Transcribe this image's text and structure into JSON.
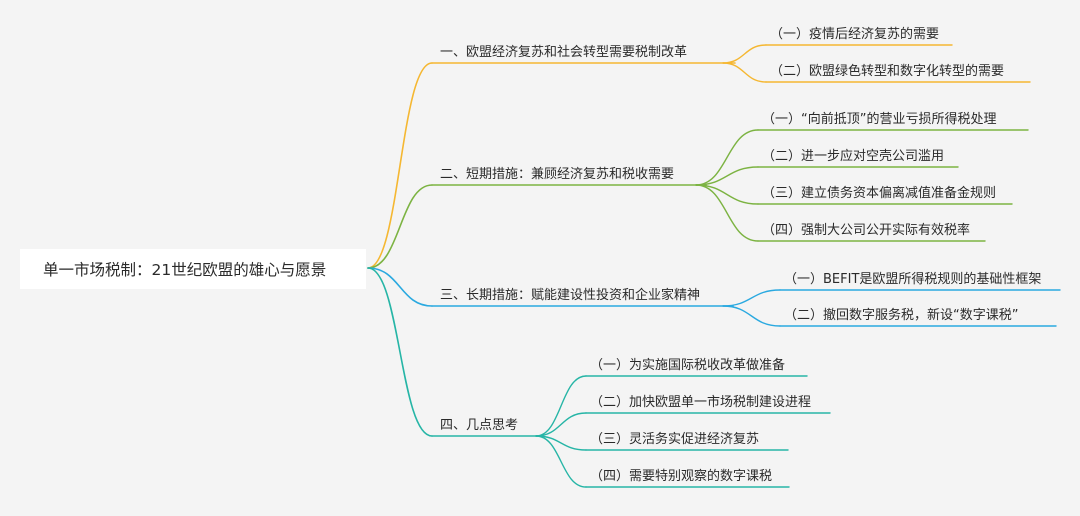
{
  "root": {
    "label": "单一市场税制：21世纪欧盟的雄心与愿景"
  },
  "colors": {
    "branch1": "#f5b731",
    "branch2": "#7cb342",
    "branch3": "#2aa9e0",
    "branch4": "#26b5a6"
  },
  "branches": [
    {
      "label": "一、欧盟经济复苏和社会转型需要税制改革",
      "children": [
        {
          "label": "（一）疫情后经济复苏的需要"
        },
        {
          "label": "（二）欧盟绿色转型和数字化转型的需要"
        }
      ]
    },
    {
      "label": "二、短期措施：兼顾经济复苏和税收需要",
      "children": [
        {
          "label": "（一）“向前抵顶”的营业亏损所得税处理"
        },
        {
          "label": "（二）进一步应对空壳公司滥用"
        },
        {
          "label": "（三）建立债务资本偏离减值准备金规则"
        },
        {
          "label": "（四）强制大公司公开实际有效税率"
        }
      ]
    },
    {
      "label": "三、长期措施：赋能建设性投资和企业家精神",
      "children": [
        {
          "label": "（一）BEFIT是欧盟所得税规则的基础性框架"
        },
        {
          "label": "（二）撤回数字服务税，新设“数字课税”"
        }
      ]
    },
    {
      "label": "四、几点思考",
      "children": [
        {
          "label": "（一）为实施国际税收改革做准备"
        },
        {
          "label": "（二）加快欧盟单一市场税制建设进程"
        },
        {
          "label": "（三）灵活务实促进经济复苏"
        },
        {
          "label": "（四）需要特别观察的数字课税"
        }
      ]
    }
  ]
}
